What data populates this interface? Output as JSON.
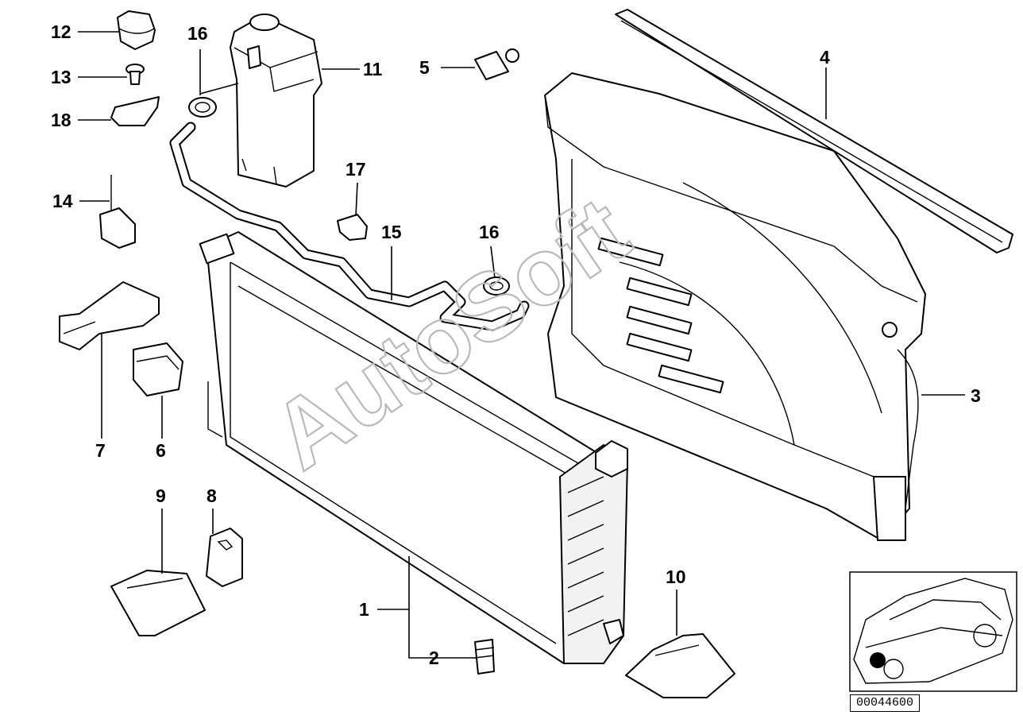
{
  "watermark": "AutoSoft",
  "diagram_id": "00044600",
  "callouts": {
    "c1": "1",
    "c2": "2",
    "c3": "3",
    "c4": "4",
    "c5": "5",
    "c6": "6",
    "c7": "7",
    "c8": "8",
    "c9": "9",
    "c10": "10",
    "c11": "11",
    "c12": "12",
    "c13": "13",
    "c14": "14",
    "c15": "15",
    "c16a": "16",
    "c16b": "16",
    "c17": "17",
    "c18": "18"
  }
}
